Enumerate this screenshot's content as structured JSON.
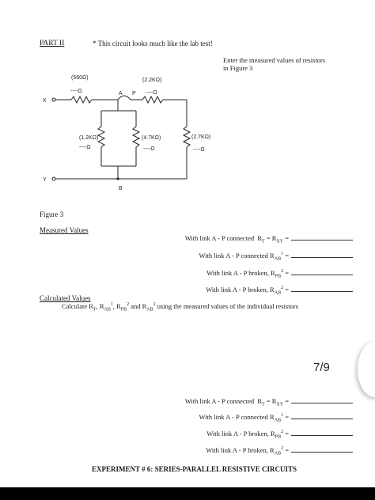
{
  "part": "PART II",
  "note": "* This circuit looks much like the lab test!",
  "instruction": {
    "line1": "Enter the measured values of resistors",
    "line2": "in Figure 3"
  },
  "circuit": {
    "r_top_left": "(560Ω)",
    "r_top_right": "(2.2KΩ)",
    "r_left": "(1.2KΩ)",
    "r_mid": "(4.7KΩ)",
    "r_right": "(2.7KΩ)",
    "ohm_blank": "----Ω",
    "node_x": "X",
    "node_y": "Y",
    "node_a": "A",
    "node_p": "P",
    "node_b": "B"
  },
  "figure_label": "Figure 3",
  "measured_heading": "Measured Values",
  "measured": [
    {
      "prefix": "With link A - P connected",
      "eq": "R",
      "sub1": "T",
      "mid": " = R",
      "sub2": "XY",
      "sup": "",
      "end": " ="
    },
    {
      "prefix": "With link A - P connected R",
      "eq": "",
      "sub1": "AB",
      "mid": "",
      "sub2": "",
      "sup": "1",
      "end": " ="
    },
    {
      "prefix": "With link A - P broken,  R",
      "eq": "",
      "sub1": "PB",
      "mid": "",
      "sub2": "",
      "sup": "2",
      "end": " ="
    },
    {
      "prefix": "With link A - P broken,  R",
      "eq": "",
      "sub1": "AB",
      "mid": "",
      "sub2": "",
      "sup": "2",
      "end": " ="
    }
  ],
  "calculated_heading": "Calculated Values",
  "calculate": {
    "a": "Calculate R",
    "s1": "T",
    "b": ", R",
    "s2": "AB",
    "p2": "1",
    "c": ", R",
    "s3": "PB",
    "p3": "2",
    "d": " and R",
    "s4": "AB",
    "p4": "2",
    "e": "  using the measured values of the individual resistors"
  },
  "page_number": "7/9",
  "bottom": [
    {
      "prefix": "With link A - P connected",
      "eq": "R",
      "sub1": "T",
      "mid": " = R",
      "sub2": "XY",
      "sup": "",
      "end": " ="
    },
    {
      "prefix": "With link A - P connected R",
      "eq": "",
      "sub1": "AB",
      "mid": "",
      "sub2": "",
      "sup": "1",
      "end": " ="
    },
    {
      "prefix": "With link A - P broken,  R",
      "eq": "",
      "sub1": "PB",
      "mid": "",
      "sub2": "",
      "sup": "2",
      "end": " ="
    },
    {
      "prefix": "With link A - P broken,  R",
      "eq": "",
      "sub1": "AB",
      "mid": "",
      "sub2": "",
      "sup": "2",
      "end": " ="
    }
  ],
  "footer": "EXPERIMENT # 6:  SERIES-PARALLEL RESISTIVE CIRCUITS"
}
